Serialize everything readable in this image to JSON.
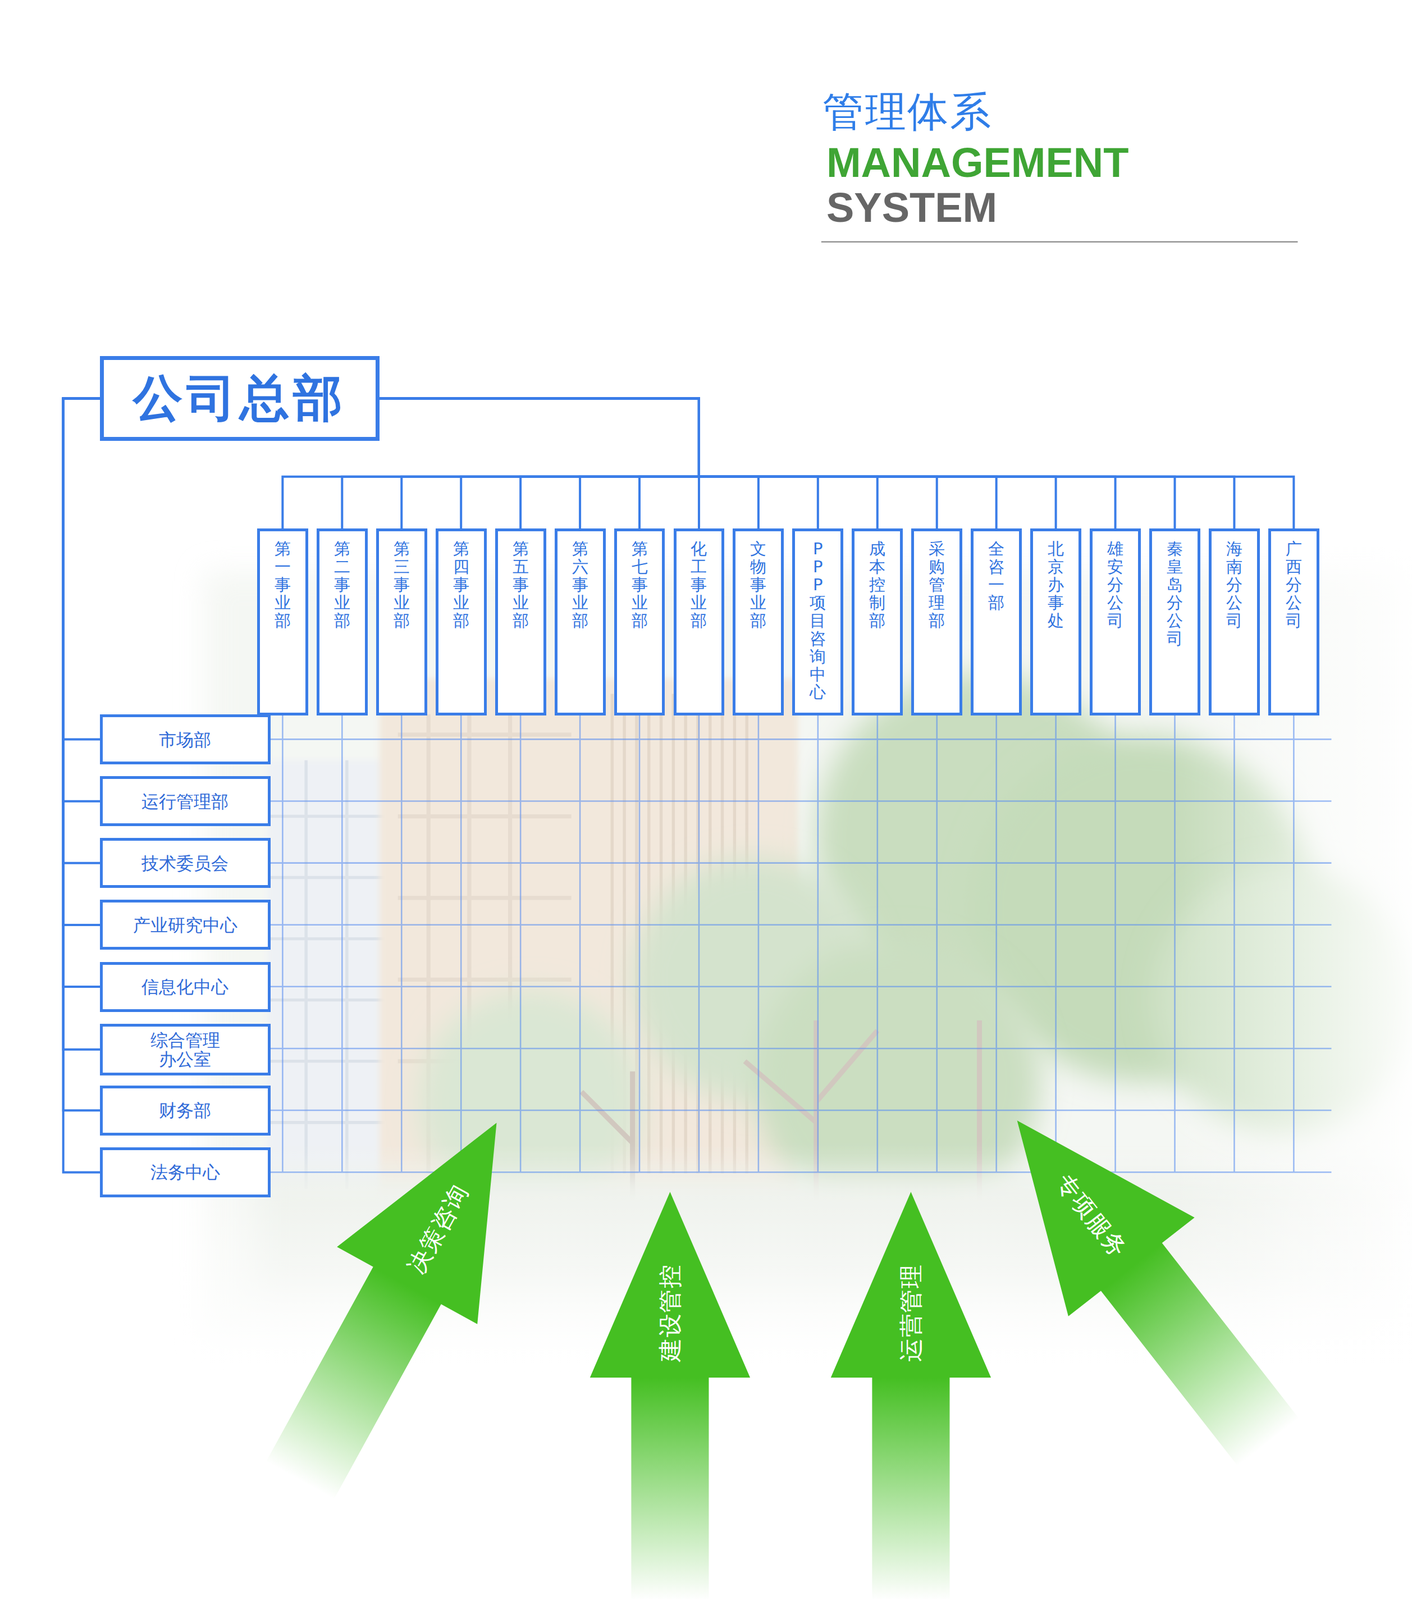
{
  "diagram": {
    "title": "管理体系",
    "nodes": [
      {
        "text": [
          "公司总部"
        ]
      },
      {
        "text": [
          "第一事业部"
        ]
      },
      {
        "text": [
          "第二事业部"
        ]
      },
      {
        "text": [
          "第三事业部"
        ]
      },
      {
        "text": [
          "第四事业部"
        ]
      },
      {
        "text": [
          "第五事业部"
        ]
      },
      {
        "text": [
          "第六事业部"
        ]
      },
      {
        "text": [
          "第七事业部"
        ]
      },
      {
        "text": [
          "化工事业部"
        ]
      },
      {
        "text": [
          "文物事业部"
        ]
      },
      {
        "text": [
          "PPP项目咨询中心"
        ]
      },
      {
        "text": [
          "成本控制部"
        ]
      },
      {
        "text": [
          "采购管理部"
        ]
      },
      {
        "text": [
          "全咨一部"
        ]
      },
      {
        "text": [
          "北京办事处"
        ]
      },
      {
        "text": [
          "雄安分公司"
        ]
      },
      {
        "text": [
          "秦皇岛分公司"
        ]
      },
      {
        "text": [
          "海南分公司"
        ]
      },
      {
        "text": [
          "广西分公司"
        ]
      },
      {
        "text": [
          "市场部"
        ]
      },
      {
        "text": [
          "运行管理部"
        ]
      },
      {
        "text": [
          "技术委员会"
        ]
      },
      {
        "text": [
          "产业研究中心"
        ]
      },
      {
        "text": [
          "信息化中心"
        ]
      },
      {
        "text": [
          "综合管理 办公室"
        ]
      },
      {
        "text": [
          "财务部"
        ]
      },
      {
        "text": [
          "法务中心"
        ]
      },
      {
        "text": [
          "决策咨询"
        ]
      },
      {
        "text": [
          "建设管控"
        ]
      },
      {
        "text": [
          "运营管理"
        ]
      },
      {
        "text": [
          "专项服务"
        ]
      }
    ],
    "edges": [
      {
        "from": 0,
        "to": 1,
        "arrow": "none"
      },
      {
        "from": 0,
        "to": 2,
        "arrow": "none"
      },
      {
        "from": 0,
        "to": 3,
        "arrow": "none"
      },
      {
        "from": 0,
        "to": 4,
        "arrow": "none"
      },
      {
        "from": 0,
        "to": 5,
        "arrow": "none"
      },
      {
        "from": 0,
        "to": 6,
        "arrow": "none"
      },
      {
        "from": 0,
        "to": 7,
        "arrow": "none"
      },
      {
        "from": 0,
        "to": 8,
        "arrow": "none"
      },
      {
        "from": 0,
        "to": 9,
        "arrow": "none"
      },
      {
        "from": 0,
        "to": 10,
        "arrow": "none"
      },
      {
        "from": 0,
        "to": 11,
        "arrow": "none"
      },
      {
        "from": 0,
        "to": 12,
        "arrow": "none"
      },
      {
        "from": 0,
        "to": 13,
        "arrow": "none"
      },
      {
        "from": 0,
        "to": 14,
        "arrow": "none"
      },
      {
        "from": 0,
        "to": 15,
        "arrow": "none"
      },
      {
        "from": 0,
        "to": 16,
        "arrow": "none"
      },
      {
        "from": 0,
        "to": 17,
        "arrow": "none"
      },
      {
        "from": 0,
        "to": 18,
        "arrow": "none"
      },
      {
        "from": 0,
        "to": 19,
        "arrow": "none"
      },
      {
        "from": 0,
        "to": 20,
        "arrow": "none"
      },
      {
        "from": 0,
        "to": 21,
        "arrow": "none"
      },
      {
        "from": 0,
        "to": 22,
        "arrow": "none"
      },
      {
        "from": 0,
        "to": 23,
        "arrow": "none"
      },
      {
        "from": 0,
        "to": 24,
        "arrow": "none"
      },
      {
        "from": 0,
        "to": 25,
        "arrow": "none"
      },
      {
        "from": 0,
        "to": 26,
        "arrow": "none"
      }
    ],
    "labels": [
      "MANAGEMENT",
      "SYSTEM"
    ]
  }
}
